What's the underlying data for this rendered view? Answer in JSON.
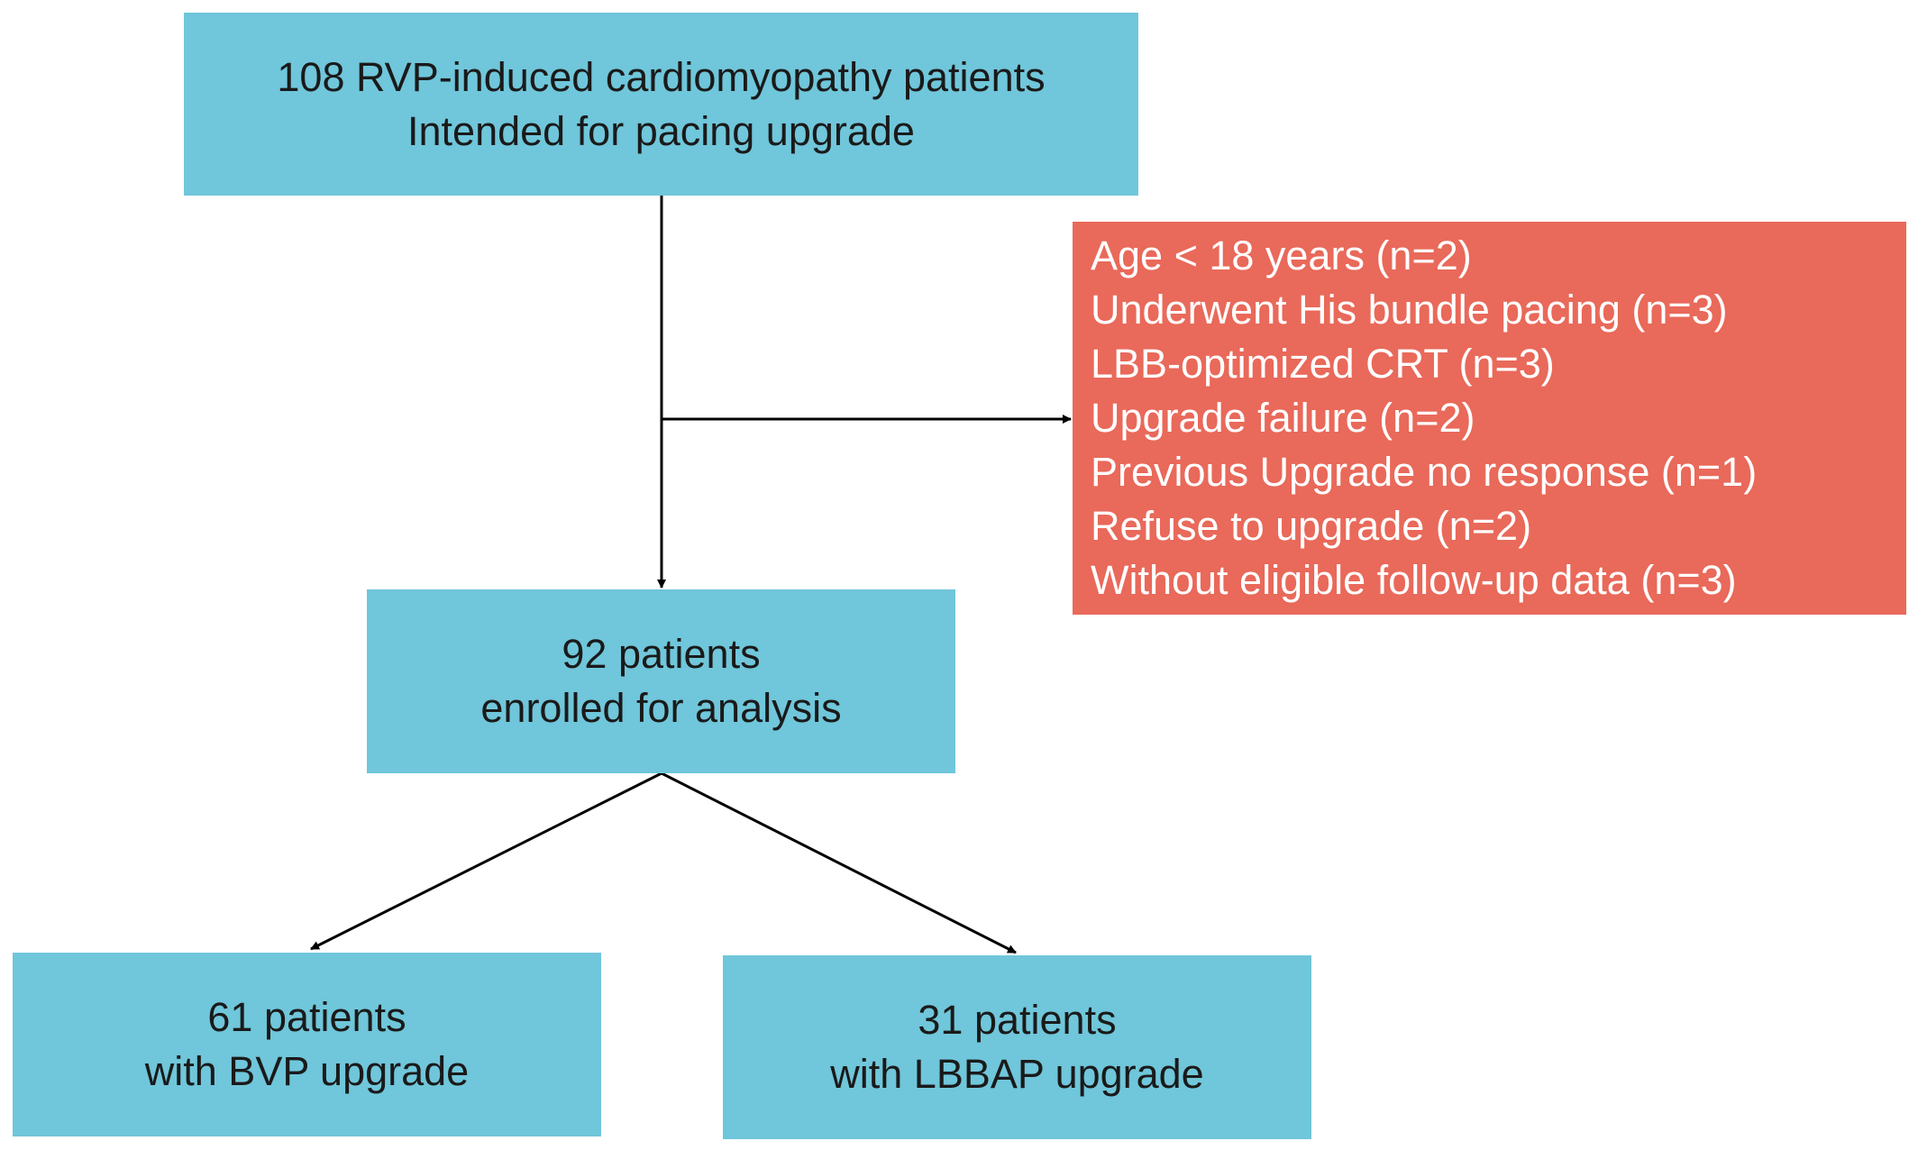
{
  "flowchart": {
    "top_box": {
      "lines": [
        "108 RVP-induced cardiomyopathy patients",
        "Intended for pacing upgrade"
      ]
    },
    "exclusion_box": {
      "lines": [
        "Age < 18 years (n=2)",
        "Underwent His bundle pacing (n=3)",
        "LBB-optimized CRT (n=3)",
        "Upgrade failure (n=2)",
        "Previous Upgrade no response (n=1)",
        "Refuse to upgrade (n=2)",
        "Without eligible follow-up data (n=3)"
      ]
    },
    "middle_box": {
      "lines": [
        "92 patients",
        "enrolled for analysis"
      ]
    },
    "left_box": {
      "lines": [
        "61 patients",
        "with BVP upgrade"
      ]
    },
    "right_box": {
      "lines": [
        "31 patients",
        "with LBBAP upgrade"
      ]
    }
  },
  "colors": {
    "box_blue": "#70c6da",
    "box_red": "#e9695a",
    "arrow": "#000000"
  }
}
